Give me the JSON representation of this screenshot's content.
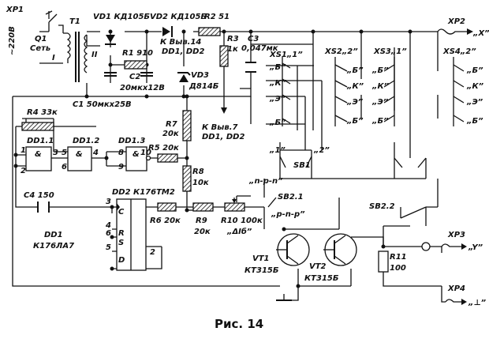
{
  "labels": {
    "xp1": "XP1",
    "mains": "~220В",
    "q1": "Q1",
    "q1_net": "Сеть",
    "winding1": "I",
    "winding2": "II",
    "t1": "T1",
    "vd1": "VD1 КД105Б",
    "vd2": "VD2 КД105Б",
    "r2": "R2 51",
    "k_pin14": "К Выв.14",
    "dd_top": "DD1, DD2",
    "r1": "R1 910",
    "c2": "C2",
    "c2_val": "20мкх12В",
    "vd3": "VD3",
    "vd3_type": "Д814Б",
    "c1": "C1 50мкх25В",
    "r3": "R3",
    "r3_val": "1к",
    "c3": "C3",
    "c3_val": "0,047мк",
    "xp2": "XP2",
    "xp2_sig": "„X”",
    "xs1": "XS1„1”",
    "xs2": "XS2„2”",
    "xs3": "XS3„1”",
    "xs4": "XS4„2”",
    "pin_b": "„Б”",
    "pin_k": "„К”",
    "pin_e": "„Э”",
    "k_pin7": "К Выв.7",
    "dd_bot": "DD1, DD2",
    "r4": "R4 33к",
    "dd11": "DD1.1",
    "dd12": "DD1.2",
    "dd13": "DD1.3",
    "amp": "&",
    "r5": "R5 20к",
    "r7": "R7",
    "r7_val": "20к",
    "pin1": "1",
    "pin2": "2",
    "pin3": "3",
    "pin4": "4",
    "pin5": "5",
    "pin6": "6",
    "pin8": "8",
    "pin9": "9",
    "pin10": "10",
    "sb1": "SB1",
    "sb1_1": "„1”",
    "sb1_2": "„2”",
    "npn": "„n-p-n”",
    "pnp": "„p-n-p”",
    "r8": "R8",
    "r8_val": "10к",
    "c4": "C4 150",
    "dd2": "DD2 К176ТМ2",
    "trig_c": "C",
    "trig_r": "R",
    "trig_s": "S",
    "trig_d": "D",
    "tpin2": "2",
    "tpin3": "3",
    "tpin4": "4",
    "tpin5": "5",
    "tpin6": "6",
    "r6": "R6 20к",
    "r9": "R9",
    "r9_val": "20к",
    "r10": "R10 100к",
    "r10_tag": "„ΔIб”",
    "sb21": "SB2.1",
    "sb22": "SB2.2",
    "dd1": "DD1",
    "dd1_type": "К176ЛА7",
    "vt1": "VT1",
    "vt1_type": "КТ315Б",
    "vt2": "VT2",
    "vt2_type": "КТ315Б",
    "r11": "R11",
    "r11_val": "100",
    "xp3": "XP3",
    "xp3_sig": "„Y”",
    "xp4": "XP4",
    "xp4_sig": "„⊥”",
    "caption": "Рис. 14"
  }
}
